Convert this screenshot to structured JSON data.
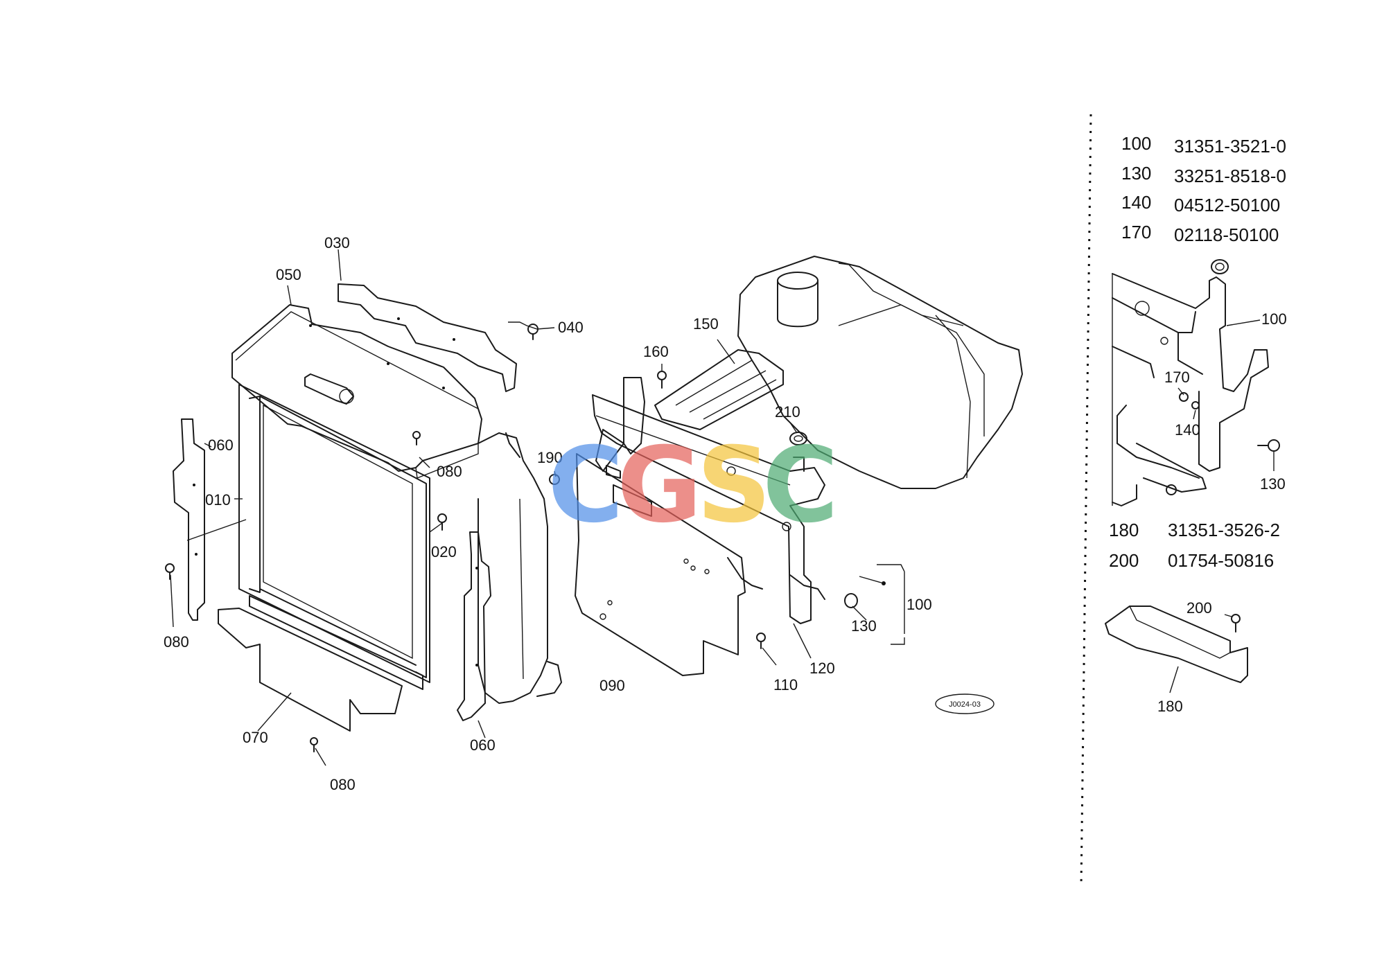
{
  "diagram_code": "J0024-03",
  "watermark": {
    "letters": [
      {
        "char": "C",
        "color": "#4f8ee8"
      },
      {
        "char": "G",
        "color": "#e4605a"
      },
      {
        "char": "S",
        "color": "#f4c43a"
      },
      {
        "char": "C",
        "color": "#4caa72"
      }
    ]
  },
  "callouts": {
    "c010": "010",
    "c020": "020",
    "c030": "030",
    "c040": "040",
    "c050": "050",
    "c060_top": "060",
    "c060_bottom": "060",
    "c070": "070",
    "c080_top": "080",
    "c080_left": "080",
    "c080_bottom": "080",
    "c090": "090",
    "c100": "100",
    "c110": "110",
    "c120": "120",
    "c130": "130",
    "c150": "150",
    "c160": "160",
    "c190": "190",
    "c210": "210"
  },
  "detail_callouts": {
    "d100": "100",
    "d130": "130",
    "d140": "140",
    "d170": "170",
    "d180": "180",
    "d200": "200"
  },
  "parts_table_upper": [
    {
      "ref": "100",
      "part_no": "31351-3521-0"
    },
    {
      "ref": "130",
      "part_no": "33251-8518-0"
    },
    {
      "ref": "140",
      "part_no": "04512-50100"
    },
    {
      "ref": "170",
      "part_no": "02118-50100"
    }
  ],
  "parts_table_lower": [
    {
      "ref": "180",
      "part_no": "31351-3526-2"
    },
    {
      "ref": "200",
      "part_no": "01754-50816"
    }
  ],
  "icons": [
    "bolt-icon",
    "grommet-icon"
  ]
}
